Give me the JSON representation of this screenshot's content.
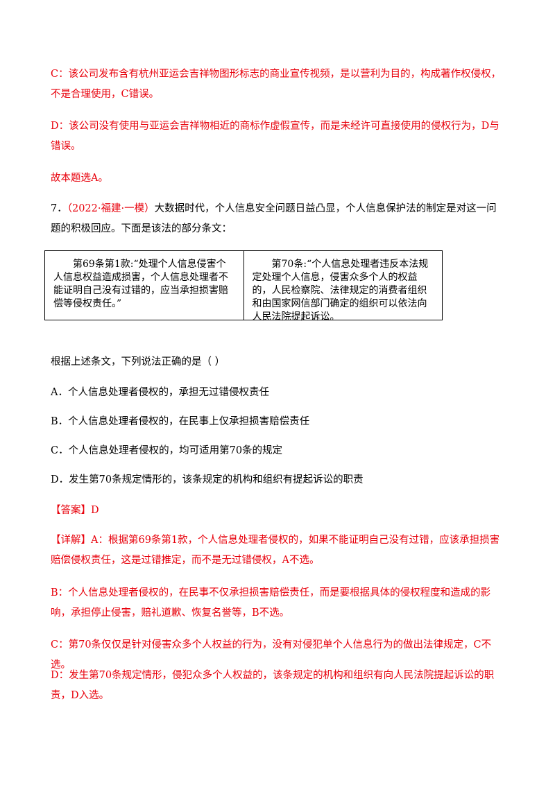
{
  "paragraphs": {
    "c_prev": "C：该公司发布含有杭州亚运会吉祥物图形标志的商业宣传视频，是以营利为目的，构成著作权侵权，不是合理使用，C错误。",
    "d_prev": "D：该公司没有使用与亚运会吉祥物相近的商标作虚假宣传，而是未经许可直接使用的侵权行为，D与错误。",
    "conclusion_prev": "故本题选A。"
  },
  "question": {
    "number": "7．",
    "source": "（2022·福建·一模）",
    "stem": "大数据时代，个人信息安全问题日益凸显，个人信息保护法的制定是对这一问题的积极回应。下面是该法的部分条文："
  },
  "law_table": {
    "left": "第69条第1款:“处理个人信息侵害个人信息权益造成损害，个人信息处理者不能证明自己没有过错的，应当承担损害赔偿等侵权责任。”",
    "right": "第70条:“个人信息处理者违反本法规定处理个人信息，侵害众多个人的权益的，人民检察院、法律规定的消费者组织和由国家网信部门确定的组织可以依法向人民法院提起诉讼。"
  },
  "prompt": "根据上述条文，下列说法正确的是（    ）",
  "options": [
    "A．个人信息处理者侵权的，承担无过错侵权责任",
    "B．个人信息处理者侵权的，在民事上仅承担损害赔偿责任",
    "C．个人信息处理者侵权的，均可适用第70条的规定",
    "D．发生第70条规定情形的，该条规定的机构和组织有提起诉讼的职责"
  ],
  "answer": "【答案】D",
  "explanation": {
    "a": "【详解】A：根据第69条第1款，个人信息处理者侵权的，如果不能证明自己没有过错，应该承担损害赔偿侵权责任，这是过错推定，而不是无过错侵权，A不选。",
    "b": "B：个人信息处理者侵权的，在民事不仅承担损害赔偿责任，而是要根据具体的侵权程度和造成的影响，承担停止侵害，赔礼道歉、恢复名誉等，B不选。",
    "c": "C：第70条仅仅是针对侵害众多个人权益的行为，没有对侵犯单个人信息行为的做出法律规定，C不选。",
    "d": "D：发生第70条规定情形，侵犯众多个人权益的，该条规定的机构和组织有向人民法院提起诉讼的职责，D入选。"
  },
  "colors": {
    "explanation_red": "#e8000b",
    "body_black": "#000000"
  }
}
